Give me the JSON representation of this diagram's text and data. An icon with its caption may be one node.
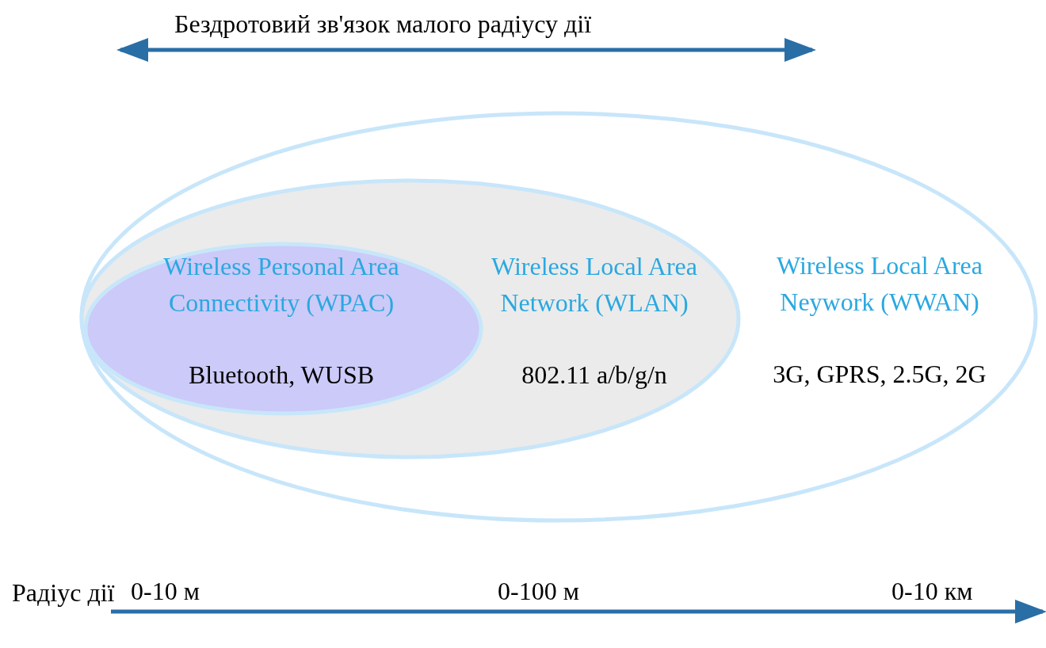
{
  "diagram": {
    "nodes": [
      {
        "text": [
          "Wireless Local Area Neywork (WWAN)",
          "3G, GPRS, 2.5G, 2G"
        ]
      },
      {
        "text": [
          "Wireless Local Area Network (WLAN)",
          "802.11 a/b/g/n"
        ],
        "in": 0
      },
      {
        "text": [
          "Wireless Personal Area Connectivity (WPAC)",
          "Bluetooth, WUSB"
        ],
        "in": 1
      }
    ],
    "edges": [],
    "labels": [
      "Бездротовий зв'язок малого радіусу дії",
      "Радіус дії",
      "0-10 м",
      "0-100 м",
      "0-10 км"
    ]
  }
}
